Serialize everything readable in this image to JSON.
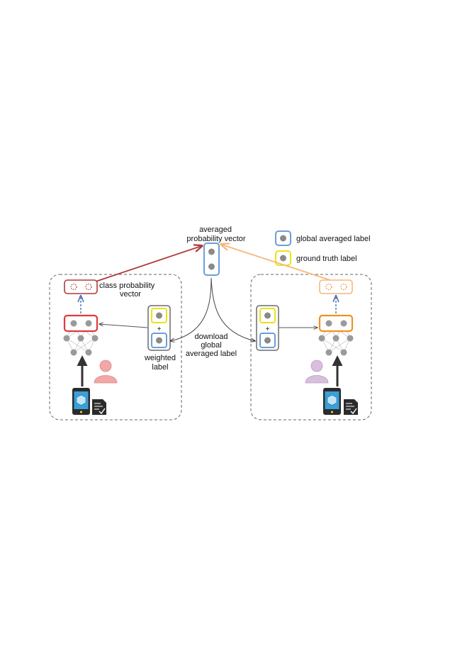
{
  "top_label_line1": "averaged",
  "top_label_line2": "probability vector",
  "legend": {
    "global_averaged_label": "global averaged label",
    "ground_truth_label": "ground truth label"
  },
  "class_prob_line1": "class probability",
  "class_prob_line2": "vector",
  "weighted_line1": "weighted",
  "weighted_line2": "label",
  "download_line1": "download",
  "download_line2": "global",
  "download_line3": "averaged label",
  "plus_sign": "+",
  "colors": {
    "client_left_accent": "#e03a3a",
    "client_left_dark": "#b03a3a",
    "client_right_accent": "#f0931e",
    "client_right_light": "#f6b77a",
    "averaged_blue": "#6b9fd8",
    "ground_truth_yellow": "#e8e419",
    "node_gray": "#8a8a8a",
    "person_left": "#f2a7a6",
    "person_right": "#d9bedd",
    "phone_screen": "#3aa0d8"
  }
}
